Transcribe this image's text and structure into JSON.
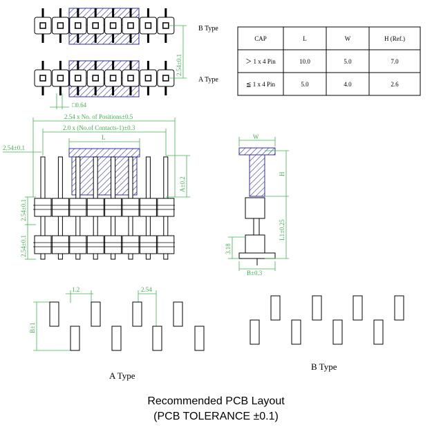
{
  "labels": {
    "b_type_top": "B Type",
    "a_type_top": "A Type",
    "a_type_bottom": "A Type",
    "b_type_bottom": "B Type",
    "dim_pitch_vertical": "2.54±0.1",
    "dim_pin_square": "□0.64",
    "dim_total_length": "2.54 x No. of Positions±0.5",
    "dim_contacts": "2.0 x (No.of Contacts-1)±0.3",
    "dim_L": "L",
    "dim_pitch_left": "2.54±0.1",
    "dim_A": "A±0.2",
    "dim_pitch_row1": "2.54±0.1",
    "dim_pitch_row2": "2.54±0.1",
    "dim_W": "W",
    "dim_H": "H",
    "dim_L1": "L1±0.25",
    "dim_318": "3.18",
    "dim_B": "B±0.3",
    "pcb_12": "1.2",
    "pcb_254": "2.54",
    "pcb_B": "B±1"
  },
  "table": {
    "headers": [
      "CAP",
      "L",
      "W",
      "H (Ref.)"
    ],
    "rows": [
      [
        "＞ 1 x 4 Pin",
        "10.0",
        "5.0",
        "7.0"
      ],
      [
        "≦ 1 x 4 Pin",
        "5.0",
        "4.0",
        "2.6"
      ]
    ]
  },
  "footer": {
    "line1": "Recommended PCB Layout",
    "line2": "(PCB TOLERANCE ±0.1)"
  },
  "colors": {
    "dimension": "#3cb44b",
    "cap_hatch": "#2b2bb0",
    "outline": "#000000"
  }
}
